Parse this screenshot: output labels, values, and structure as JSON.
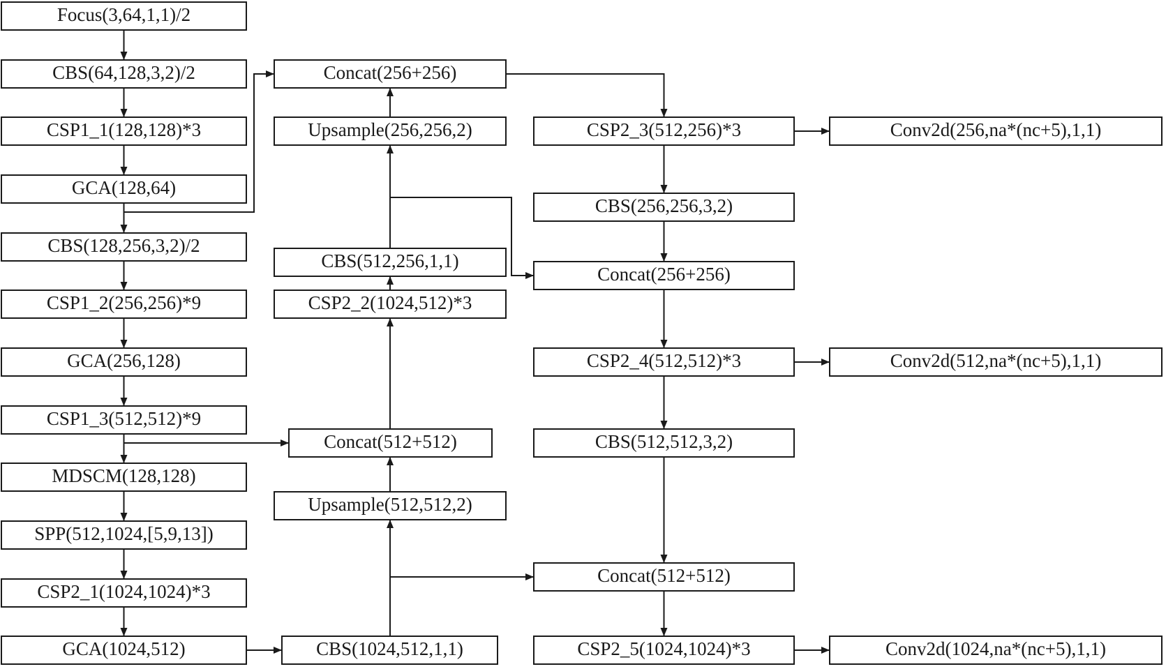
{
  "nodes": {
    "focus": {
      "label": "Focus(3,64,1,1)/2"
    },
    "cbs1": {
      "label": "CBS(64,128,3,2)/2"
    },
    "csp1_1": {
      "label": "CSP1_1(128,128)*3"
    },
    "gca1": {
      "label": "GCA(128,64)"
    },
    "cbs2": {
      "label": "CBS(128,256,3,2)/2"
    },
    "csp1_2": {
      "label": "CSP1_2(256,256)*9"
    },
    "gca2": {
      "label": "GCA(256,128)"
    },
    "csp1_3": {
      "label": "CSP1_3(512,512)*9"
    },
    "mdscm": {
      "label": "MDSCM(128,128)"
    },
    "spp": {
      "label": "SPP(512,1024,[5,9,13])"
    },
    "csp2_1": {
      "label": "CSP2_1(1024,1024)*3"
    },
    "gca3": {
      "label": "GCA(1024,512)"
    },
    "concat_a": {
      "label": "Concat(256+256)"
    },
    "upsample_a": {
      "label": "Upsample(256,256,2)"
    },
    "cbs_a": {
      "label": "CBS(512,256,1,1)"
    },
    "csp2_2": {
      "label": "CSP2_2(1024,512)*3"
    },
    "concat_b": {
      "label": "Concat(512+512)"
    },
    "upsample_b": {
      "label": "Upsample(512,512,2)"
    },
    "cbs_b": {
      "label": "CBS(1024,512,1,1)"
    },
    "csp2_3": {
      "label": "CSP2_3(512,256)*3"
    },
    "cbs_c": {
      "label": "CBS(256,256,3,2)"
    },
    "concat_c": {
      "label": "Concat(256+256)"
    },
    "csp2_4": {
      "label": "CSP2_4(512,512)*3"
    },
    "cbs_d": {
      "label": "CBS(512,512,3,2)"
    },
    "concat_d": {
      "label": "Concat(512+512)"
    },
    "csp2_5": {
      "label": "CSP2_5(1024,1024)*3"
    },
    "conv_1": {
      "label": "Conv2d(256,na*(nc+5),1,1)"
    },
    "conv_2": {
      "label": "Conv2d(512,na*(nc+5),1,1)"
    },
    "conv_3": {
      "label": "Conv2d(1024,na*(nc+5),1,1)"
    }
  },
  "edges": [
    [
      "focus",
      "cbs1"
    ],
    [
      "cbs1",
      "csp1_1"
    ],
    [
      "csp1_1",
      "gca1"
    ],
    [
      "gca1",
      "cbs2"
    ],
    [
      "cbs2",
      "csp1_2"
    ],
    [
      "csp1_2",
      "gca2"
    ],
    [
      "gca2",
      "csp1_3"
    ],
    [
      "csp1_3",
      "mdscm"
    ],
    [
      "mdscm",
      "spp"
    ],
    [
      "spp",
      "csp2_1"
    ],
    [
      "csp2_1",
      "gca3"
    ],
    [
      "gca3",
      "cbs_b"
    ],
    [
      "cbs_b",
      "upsample_b"
    ],
    [
      "upsample_b",
      "concat_b"
    ],
    [
      "csp1_3",
      "concat_b"
    ],
    [
      "concat_b",
      "csp2_2"
    ],
    [
      "csp2_2",
      "cbs_a"
    ],
    [
      "cbs_a",
      "upsample_a"
    ],
    [
      "upsample_a",
      "concat_a"
    ],
    [
      "gca1",
      "concat_a"
    ],
    [
      "concat_a",
      "csp2_3"
    ],
    [
      "csp2_3",
      "conv_1"
    ],
    [
      "csp2_3",
      "cbs_c"
    ],
    [
      "cbs_c",
      "concat_c"
    ],
    [
      "cbs_a",
      "concat_c"
    ],
    [
      "concat_c",
      "csp2_4"
    ],
    [
      "csp2_4",
      "conv_2"
    ],
    [
      "csp2_4",
      "cbs_d"
    ],
    [
      "cbs_d",
      "concat_d"
    ],
    [
      "cbs_b",
      "concat_d"
    ],
    [
      "concat_d",
      "csp2_5"
    ],
    [
      "csp2_5",
      "conv_3"
    ]
  ],
  "colors": {
    "line": "#1a1a1a",
    "box_fill": "#ffffff"
  }
}
